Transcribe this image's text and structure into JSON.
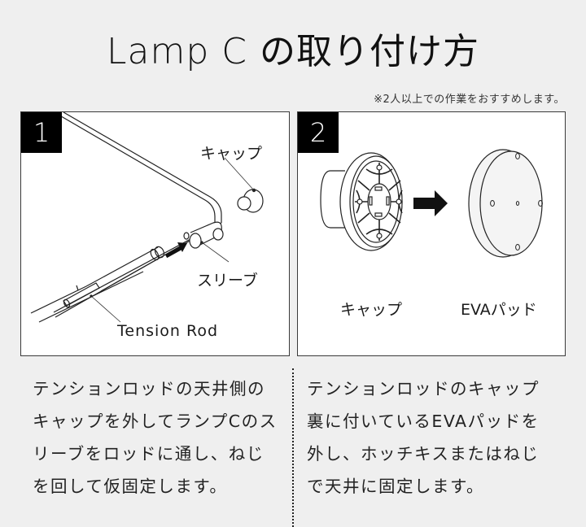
{
  "title": {
    "latin": "Lamp C",
    "japanese": "の取り付け方"
  },
  "note": "※2人以上での作業をおすすめします。",
  "steps": [
    {
      "number": "1",
      "labels": {
        "cap": "キャップ",
        "sleeve": "スリーブ",
        "rod": "Tension Rod"
      },
      "description": [
        "テンションロッドの天井側の",
        "キャップを外してランプCのス",
        "リーブをロッドに通し、ねじ",
        "を回して仮固定します。"
      ]
    },
    {
      "number": "2",
      "labels": {
        "cap": "キャップ",
        "pad": "EVAパッド"
      },
      "description": [
        "テンションロッドのキャップ",
        "裏に付いているEVAパッドを",
        "外し、ホッチキスまたはねじ",
        "で天井に固定します。"
      ]
    }
  ],
  "colors": {
    "background": "#efefef",
    "panel": "#ffffff",
    "panel_border": "#3a3a3a",
    "badge": "#000000",
    "text": "#1a1a1a"
  }
}
